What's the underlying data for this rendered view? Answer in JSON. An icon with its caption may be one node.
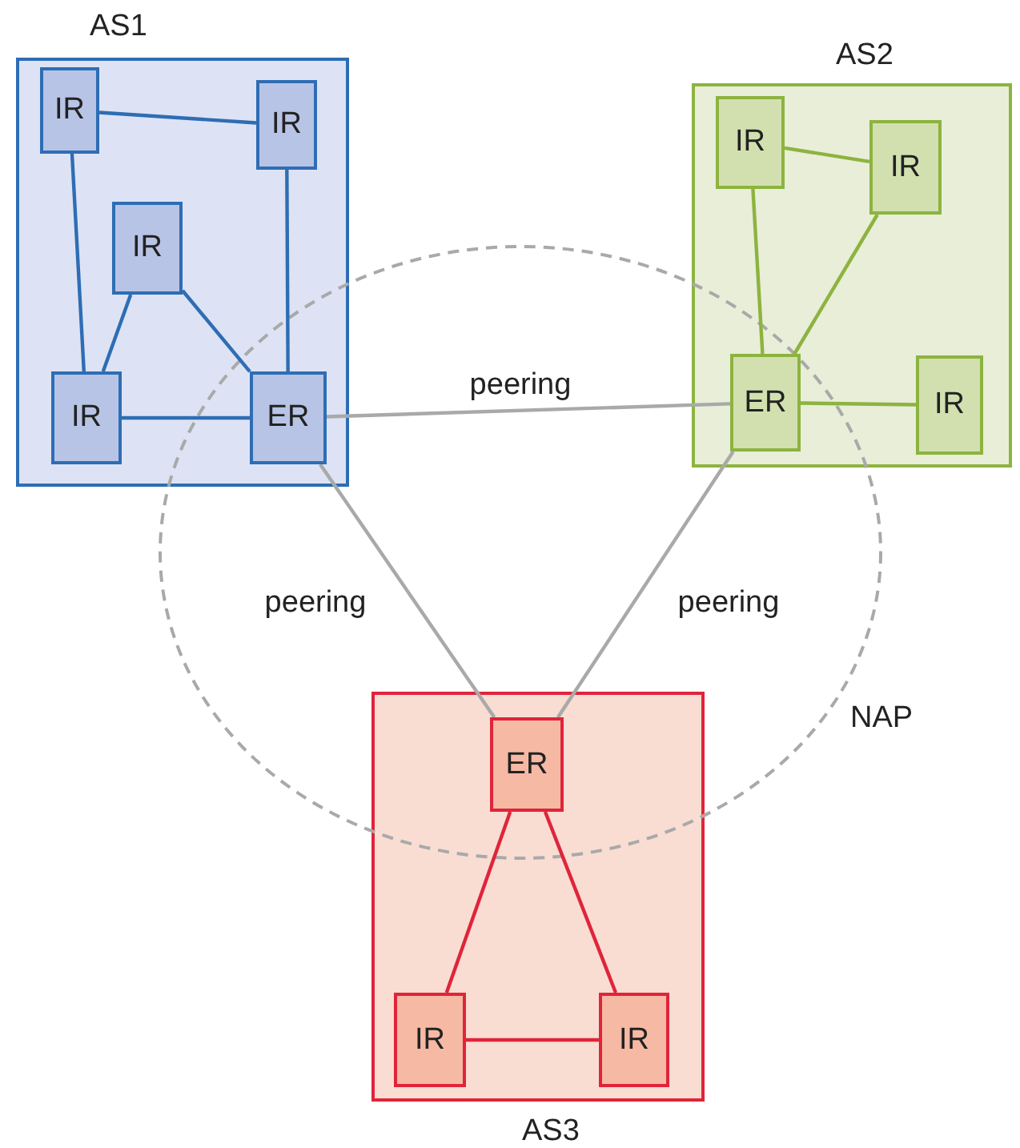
{
  "diagram": {
    "nodes": [
      {
        "text": [
          "AS1"
        ]
      },
      {
        "text": [
          "IR"
        ],
        "in": 0
      },
      {
        "text": [
          "IR"
        ],
        "in": 0
      },
      {
        "text": [
          "IR"
        ],
        "in": 0
      },
      {
        "text": [
          "IR"
        ],
        "in": 0
      },
      {
        "text": [
          "ER"
        ],
        "in": 0
      },
      {
        "text": [
          "AS2"
        ]
      },
      {
        "text": [
          "IR"
        ],
        "in": 6
      },
      {
        "text": [
          "IR"
        ],
        "in": 6
      },
      {
        "text": [
          "ER"
        ],
        "in": 6
      },
      {
        "text": [
          "IR"
        ],
        "in": 6
      },
      {
        "text": [
          "AS3"
        ]
      },
      {
        "text": [
          "ER"
        ],
        "in": 11
      },
      {
        "text": [
          "IR"
        ],
        "in": 11
      },
      {
        "text": [
          "IR"
        ],
        "in": 11
      }
    ],
    "edges": [
      {
        "from": 1,
        "to": 2,
        "arrow": "none",
        "color": "#2e6db4"
      },
      {
        "from": 1,
        "to": 4,
        "arrow": "none",
        "color": "#2e6db4"
      },
      {
        "from": 2,
        "to": 5,
        "arrow": "none",
        "color": "#2e6db4"
      },
      {
        "from": 3,
        "to": 4,
        "arrow": "none",
        "color": "#2e6db4"
      },
      {
        "from": 3,
        "to": 5,
        "arrow": "none",
        "color": "#2e6db4"
      },
      {
        "from": 4,
        "to": 5,
        "arrow": "none",
        "color": "#2e6db4"
      },
      {
        "from": 7,
        "to": 8,
        "arrow": "none",
        "color": "#8db33f"
      },
      {
        "from": 7,
        "to": 9,
        "arrow": "none",
        "color": "#8db33f"
      },
      {
        "from": 8,
        "to": 9,
        "arrow": "none",
        "color": "#8db33f"
      },
      {
        "from": 9,
        "to": 10,
        "arrow": "none",
        "color": "#8db33f"
      },
      {
        "from": 12,
        "to": 13,
        "arrow": "none",
        "color": "#e0243a"
      },
      {
        "from": 12,
        "to": 14,
        "arrow": "none",
        "color": "#e0243a"
      },
      {
        "from": 13,
        "to": 14,
        "arrow": "none",
        "color": "#e0243a"
      },
      {
        "from": 5,
        "to": 9,
        "arrow": "none",
        "label": "peering",
        "color": "#a9a9a9"
      },
      {
        "from": 5,
        "to": 12,
        "arrow": "none",
        "label": "peering",
        "color": "#a9a9a9"
      },
      {
        "from": 9,
        "to": 12,
        "arrow": "none",
        "label": "peering",
        "color": "#a9a9a9"
      }
    ],
    "labels": [
      "NAP"
    ]
  }
}
